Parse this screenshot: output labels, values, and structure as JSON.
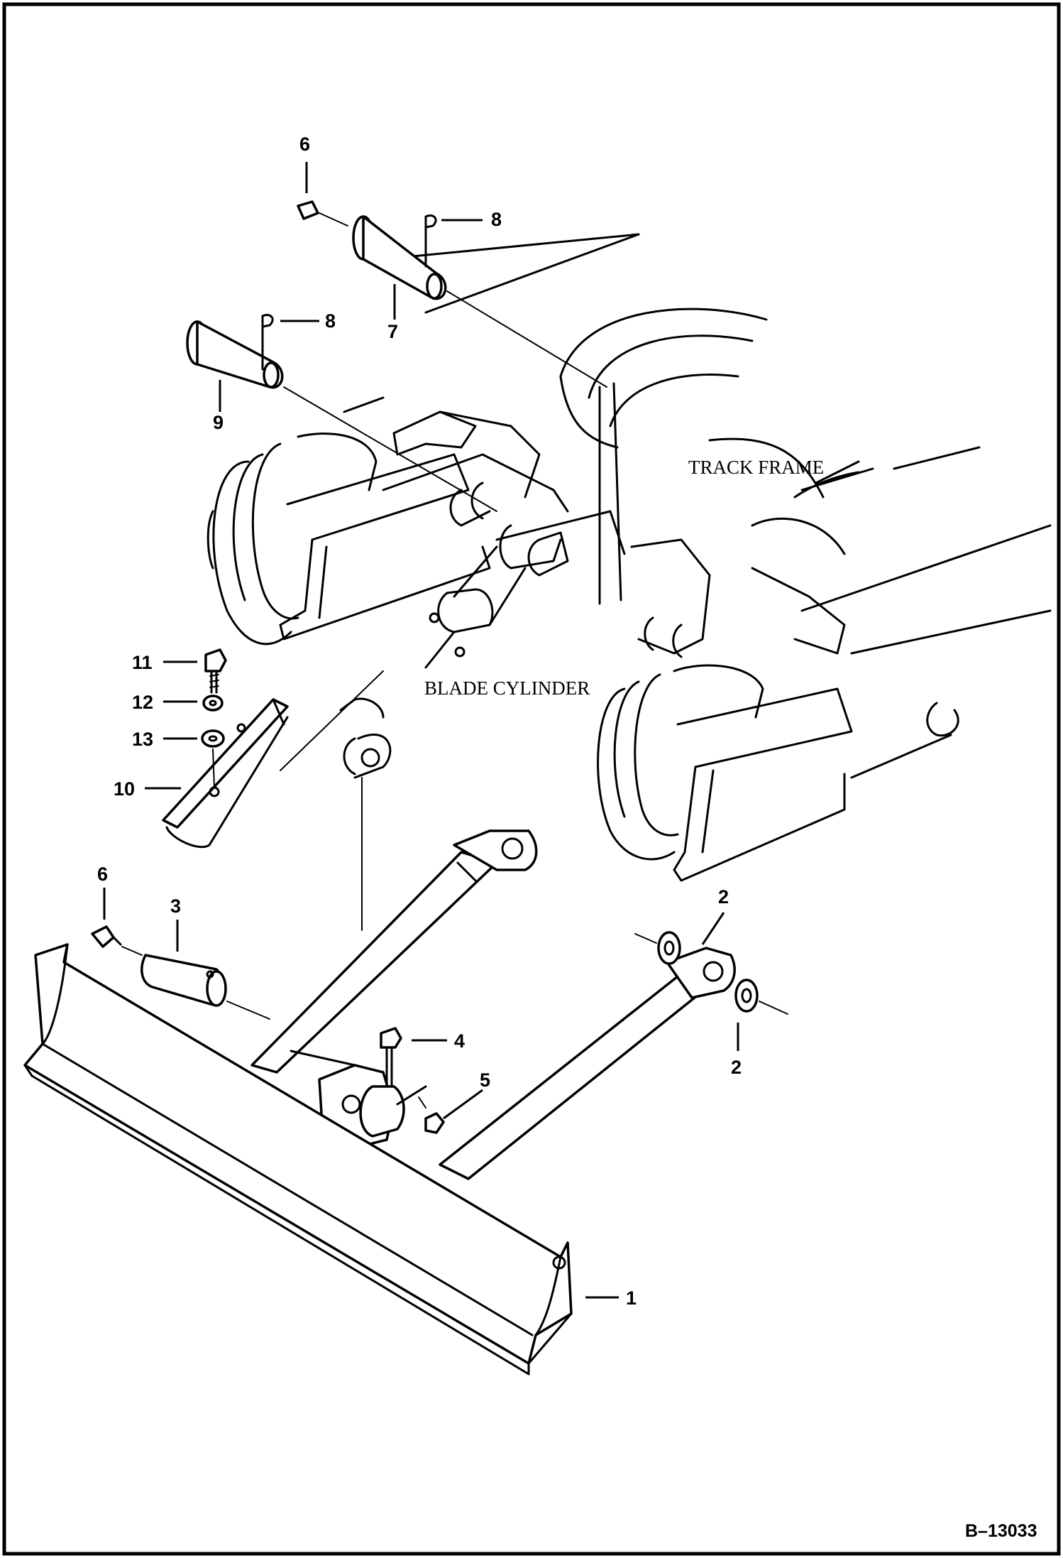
{
  "labels": {
    "track_frame": "TRACK FRAME",
    "blade_cylinder": "BLADE CYLINDER",
    "drawing_number": "B–13033"
  },
  "callouts": [
    {
      "id": "6a",
      "text": "6"
    },
    {
      "id": "8a",
      "text": "8"
    },
    {
      "id": "7",
      "text": "7"
    },
    {
      "id": "8b",
      "text": "8"
    },
    {
      "id": "9",
      "text": "9"
    },
    {
      "id": "11",
      "text": "11"
    },
    {
      "id": "12",
      "text": "12"
    },
    {
      "id": "13",
      "text": "13"
    },
    {
      "id": "10",
      "text": "10"
    },
    {
      "id": "6b",
      "text": "6"
    },
    {
      "id": "3",
      "text": "3"
    },
    {
      "id": "2a",
      "text": "2"
    },
    {
      "id": "2b",
      "text": "2"
    },
    {
      "id": "4",
      "text": "4"
    },
    {
      "id": "5",
      "text": "5"
    },
    {
      "id": "1",
      "text": "1"
    }
  ]
}
